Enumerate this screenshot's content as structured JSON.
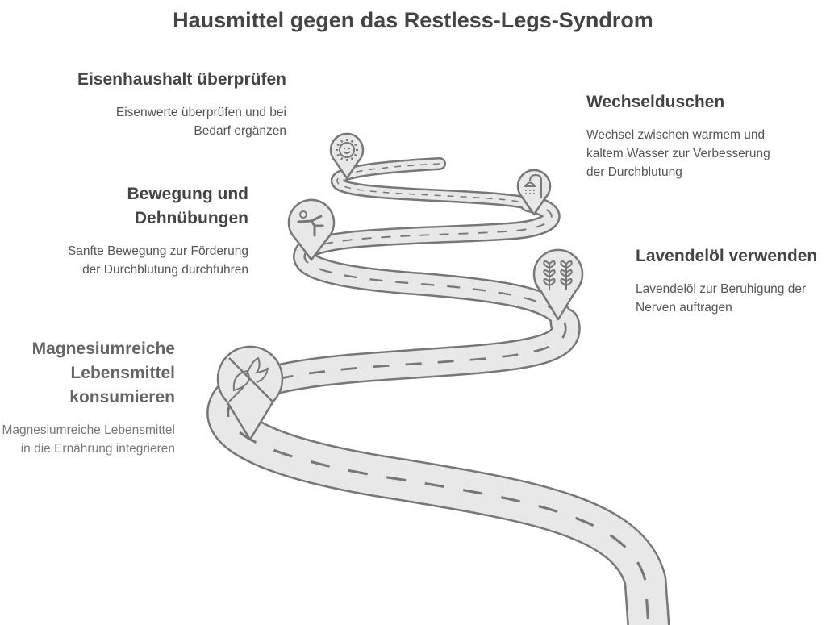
{
  "title": "Hausmittel gegen das Restless-Legs-Syndrom",
  "steps": [
    {
      "heading": "Eisenhaushalt überprüfen",
      "body": "Eisenwerte überprüfen und bei Bedarf ergänzen",
      "icon": "sun-smile-icon"
    },
    {
      "heading": "Wechselduschen",
      "body": "Wechsel zwischen warmem und kaltem Wasser zur Verbesserung der Durchblutung",
      "icon": "shower-icon"
    },
    {
      "heading": "Bewegung und Dehnübungen",
      "body": "Sanfte Bewegung zur Förderung der Durchblutung durchführen",
      "icon": "stretching-person-icon"
    },
    {
      "heading": "Lavendelöl verwenden",
      "body": "Lavendelöl zur Beruhigung der Nerven auftragen",
      "icon": "lavender-icon"
    },
    {
      "heading": "Magnesiumreiche Lebensmittel konsumieren",
      "body": "Magnesiumreiche Lebensmittel in die Ernährung integrieren",
      "icon": "no-leaf-icon"
    }
  ],
  "colors": {
    "road": "#e8e8e8",
    "outline": "#777777",
    "text": "#444444"
  }
}
